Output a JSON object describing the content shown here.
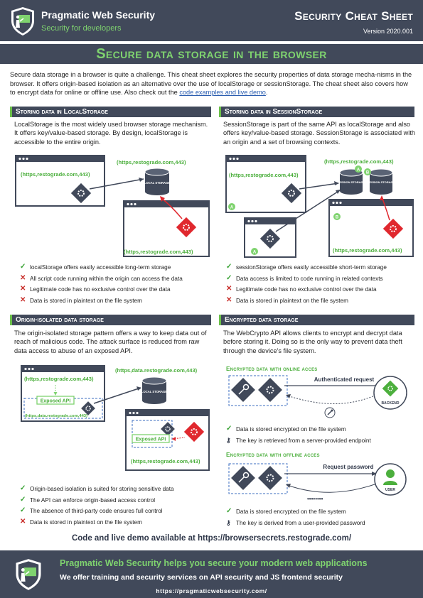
{
  "brand": {
    "name": "Pragmatic Web Security",
    "tagline": "Security for developers"
  },
  "sheet": {
    "title": "Security Cheat Sheet",
    "version": "Version 2020.001"
  },
  "main_title": "Secure data storage in the browser",
  "intro": {
    "text": "Secure data storage in a browser is quite a challenge. This cheat sheet explores the security properties of data storage mecha-nisms in the browser. It offers origin-based isolation as an alternative over the use of localStorage or sessionStorage. The cheat sheet also covers how to encrypt data for online or offline use. Also check out the ",
    "link": "code examples and live demo",
    "end": "."
  },
  "sections": {
    "local": {
      "title": "Storing data in LocalStorage",
      "desc": "LocalStorage is the most widely used browser storage mechanism. It offers key/value-based storage. By design, localStorage is accessible to the entire origin.",
      "origin_a": "(https,restograde.com,443)",
      "origin_b": "(https,restograde.com,443)",
      "origin_c": "(https,restograde.com,443)",
      "storage_label": "LOCAL STORAGE",
      "items": [
        {
          "type": "check",
          "text": "localStorage offers easily accessible long-term storage"
        },
        {
          "type": "cross",
          "text": "All script code running within the origin can access the data"
        },
        {
          "type": "cross",
          "text": "Legitimate code has no exclusive control over the data"
        },
        {
          "type": "cross",
          "text": "Data is stored in plaintext on the file system"
        }
      ]
    },
    "session": {
      "title": "Storing data in SessionStorage",
      "desc": "SessionStorage is part of the same API as localStorage and also offers key/value-based storage. SessionStorage is associated with an origin and a set of browsing contexts.",
      "origin_a": "(https,restograde.com,443)",
      "origin_b": "(https,restograde.com,443)",
      "storage_label": "SESSION STORAGE",
      "badge_a": "A",
      "badge_b": "B",
      "items": [
        {
          "type": "check",
          "text": "sessionStorage offers easily accessible short-term storage"
        },
        {
          "type": "check",
          "text": "Data access is limited to code running in related contexts"
        },
        {
          "type": "cross",
          "text": "Legitimate code has no exclusive control over the data"
        },
        {
          "type": "cross",
          "text": "Data is stored in plaintext on the file system"
        }
      ]
    },
    "isolated": {
      "title": "Origin-isolated data storage",
      "desc": "The origin-isolated storage pattern offers a way to keep data out of reach of malicious code. The attack surface is reduced from raw data access to abuse of an exposed API.",
      "origin_data": "(https,data.restograde.com,443)",
      "origin_main": "(https,restograde.com,443)",
      "origin_main_b": "(https,restograde.com,443)",
      "origin_inner": "(https,data.restograde.com,443)",
      "exposed_api": "Exposed API",
      "exposed_api_b": "Exposed API",
      "items": [
        {
          "type": "check",
          "text": "Origin-based isolation is suited for storing sensitive data"
        },
        {
          "type": "check",
          "text": "The API can enforce origin-based access control"
        },
        {
          "type": "check",
          "text": "The absence of third-party code ensures full control"
        },
        {
          "type": "cross",
          "text": "Data is stored in plaintext on the file system"
        }
      ]
    },
    "encrypted": {
      "title": "Encrypted data storage",
      "desc": "The WebCrypto API allows clients to encrypt and decrypt data before storing it. Doing so is the only way to prevent data theft through the device's file system.",
      "online": {
        "title": "Encrypted data with online acces",
        "request": "Authenticated request",
        "backend": "BACKEND",
        "items": [
          {
            "type": "check",
            "text": "Data is stored encrypted on the file system"
          },
          {
            "type": "key",
            "text": "The key is retrieved from a server-provided endpoint"
          }
        ]
      },
      "offline": {
        "title": "Encrypted data with offline acces",
        "request": "Request password",
        "user": "USER",
        "password": "••••••••",
        "items": [
          {
            "type": "check",
            "text": "Data is stored encrypted on the file system"
          },
          {
            "type": "key",
            "text": "The key is derived from a user-provided password"
          }
        ]
      }
    }
  },
  "demo_line": "Code and live demo available at https://browsersecrets.restograde.com/",
  "footer": {
    "title": "Pragmatic Web Security helps you secure your modern web applications",
    "subtitle": "We offer training and security services on API security and JS frontend security",
    "url": "https://pragmaticwebsecurity.com/"
  },
  "colors": {
    "dark": "#41495a",
    "green": "#6cc04a",
    "red": "#e0282e",
    "check": "#3aa335",
    "cross": "#c9302c"
  }
}
